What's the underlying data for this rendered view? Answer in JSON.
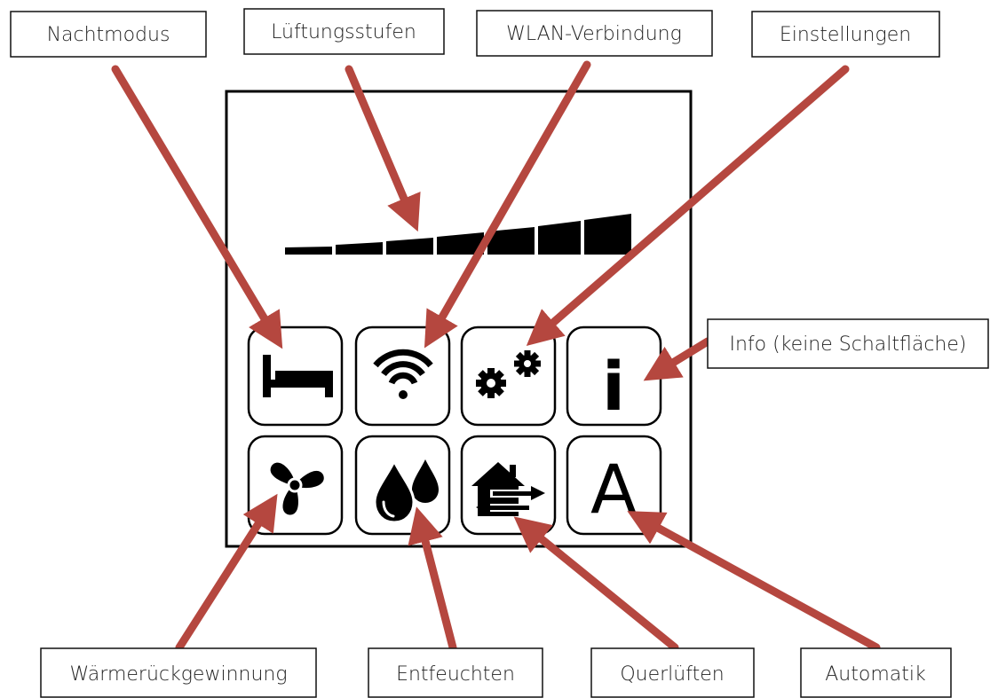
{
  "labels": {
    "nachtmodus": "Nachtmodus",
    "lueftungsstufen": "Lüftungsstufen",
    "wlan": "WLAN-Verbindung",
    "einstellungen": "Einstellungen",
    "info": "Info (keine Schaltfläche)",
    "waermerueckgewinnung": "Wärmerückgewinnung",
    "entfeuchten": "Entfeuchten",
    "querlueften": "Querlüften",
    "automatik": "Automatik"
  },
  "buttons": {
    "info_glyph": "i",
    "automatik_glyph": "A"
  },
  "icons": {
    "row1": [
      "bed-icon",
      "wifi-icon",
      "gears-icon",
      "info-icon"
    ],
    "row2": [
      "fan-icon",
      "water-drops-icon",
      "house-airflow-icon",
      "letter-a-icon"
    ]
  },
  "fan_levels": 7,
  "colors": {
    "arrow": "#b5473f",
    "frame": "#000000",
    "icon": "#000000"
  }
}
